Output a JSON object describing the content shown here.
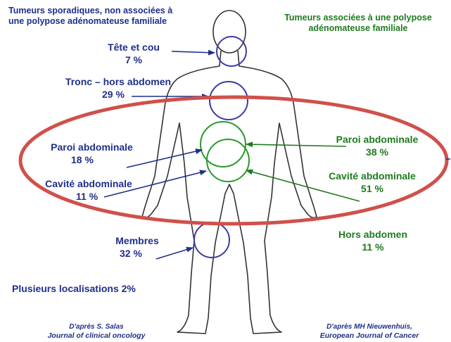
{
  "left_header": {
    "line1": "Tumeurs sporadiques, non associées à",
    "line2": "une polypose adénomateuse familiale"
  },
  "right_header": {
    "line1": "Tumeurs associées à une polypose",
    "line2": "adénomateuse familiale"
  },
  "left_labels": {
    "head_neck": {
      "name": "Tête et cou",
      "value": "7 %"
    },
    "trunk": {
      "name": "Tronc – hors abdomen",
      "value": "29 %"
    },
    "abdominal_wall": {
      "name": "Paroi abdominale",
      "value": "18 %"
    },
    "abdominal_cavity": {
      "name": "Cavité abdominale",
      "value": "11 %"
    },
    "limbs": {
      "name": "Membres",
      "value": "32 %"
    },
    "multiple": {
      "text": "Plusieurs localisations 2%"
    }
  },
  "right_labels": {
    "abdominal_wall": {
      "name": "Paroi abdominale",
      "value": "38 %"
    },
    "abdominal_cavity": {
      "name": "Cavité abdominale",
      "value": "51 %"
    },
    "outside_abdomen": {
      "name": "Hors abdomen",
      "value": "11 %"
    }
  },
  "sources": {
    "left": {
      "author": "D'après S. Salas",
      "journal": "Journal of clinical oncology"
    },
    "right": {
      "author": "D'après MH Nieuwenhuis,",
      "journal": "European Journal of Cancer"
    }
  },
  "colors": {
    "left": "#1f2f8a",
    "right": "#1f7a1f",
    "highlight": "#d0504a",
    "body": "#333333"
  }
}
